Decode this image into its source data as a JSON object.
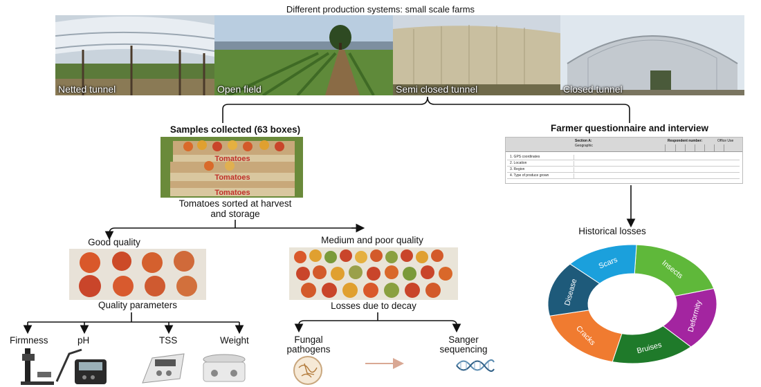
{
  "header_title": "Different production systems: small scale farms",
  "production_systems": [
    {
      "label": "Netted tunnel"
    },
    {
      "label": "Open field"
    },
    {
      "label": "Semi closed tunnel"
    },
    {
      "label": "Closed tunnel"
    }
  ],
  "samples": {
    "title": "Samples collected (63 boxes)",
    "box_text": "Tomatoes",
    "caption_line1": "Tomatoes sorted at harvest",
    "caption_line2": "and storage"
  },
  "good_quality": {
    "title": "Good quality",
    "caption": "Quality parameters",
    "params": [
      "Firmness",
      "pH",
      "TSS",
      "Weight"
    ]
  },
  "poor_quality": {
    "title": "Medium and poor  quality",
    "caption": "Losses due to decay",
    "item1_line1": "Fungal",
    "item1_line2": "pathogens",
    "item2_line1": "Sanger",
    "item2_line2": "sequencing"
  },
  "questionnaire": {
    "title": "Farmer questionnaire and interview",
    "section_label": "Section A:",
    "section_sub": "Geographic",
    "respondent_label": "Respondent number:",
    "office_label": "Office Use",
    "rows": [
      "1.    GPS coordinates",
      "2.    Location",
      "3.    Region",
      "4.    Type of produce grown"
    ]
  },
  "historical_losses": {
    "title": "Historical losses",
    "colors": {
      "insects": "#5fb83a",
      "deformity": "#a325a0",
      "bruises": "#1f7a2a",
      "cracks": "#f07b30",
      "disease": "#1e5a7a",
      "scars": "#1ba0dc"
    }
  },
  "chart_data": {
    "type": "pie",
    "labels": [
      "Insects",
      "Deformity",
      "Bruises",
      "Cracks",
      "Disease",
      "Scars"
    ],
    "values": [
      20,
      17,
      16,
      18,
      15,
      14
    ]
  }
}
